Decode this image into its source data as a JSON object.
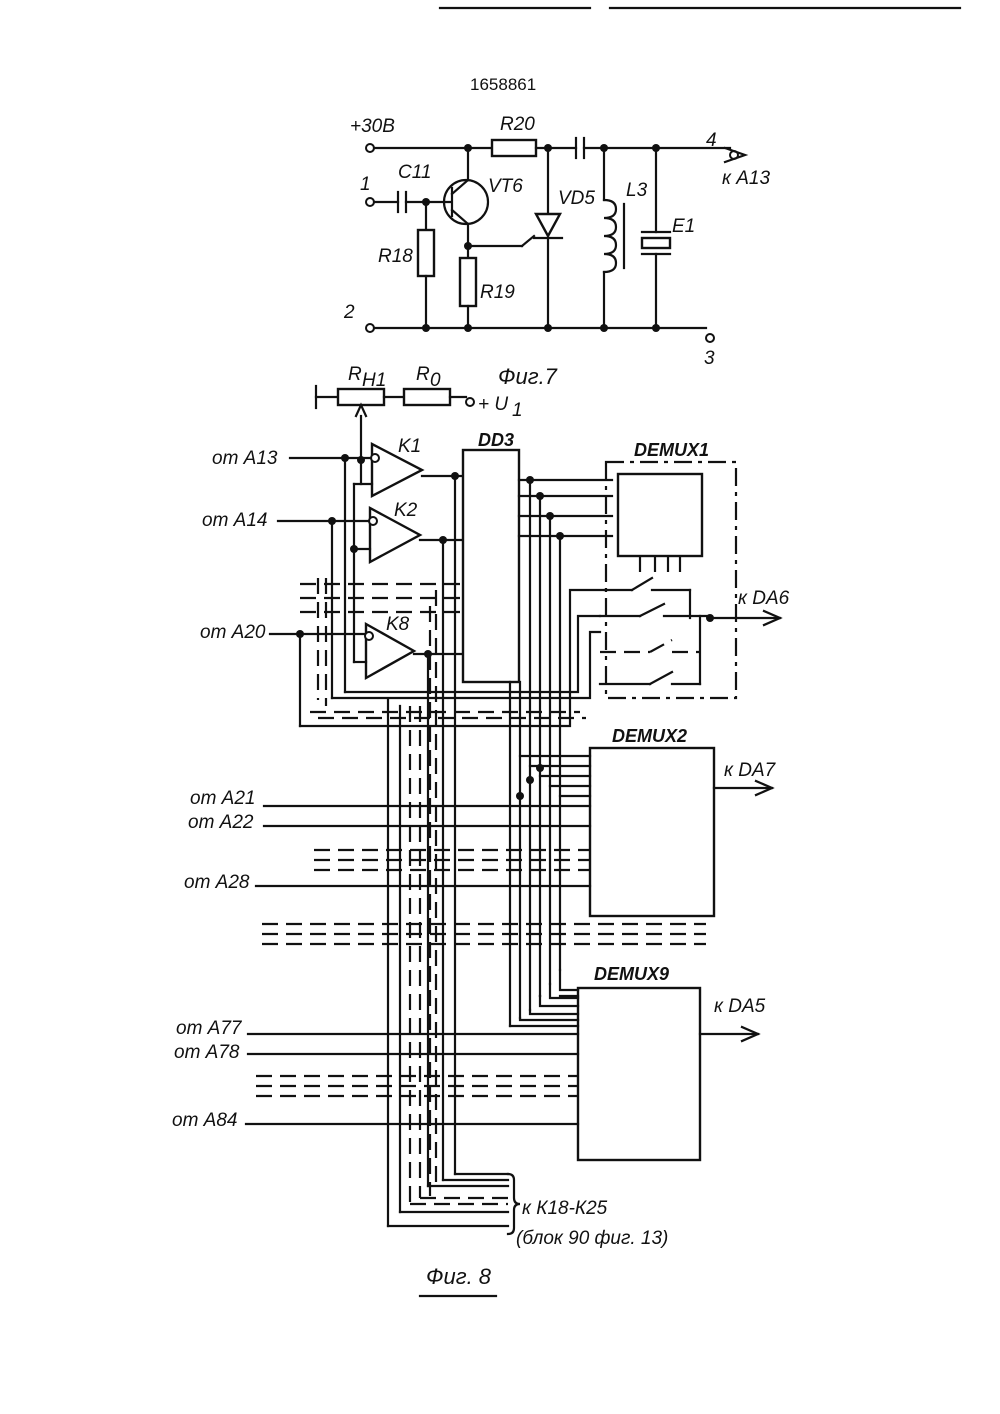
{
  "patent_number": "1658861",
  "fig7": {
    "caption": "Фиг.7",
    "supply": "+30В",
    "terminals": {
      "t1": "1",
      "t2": "2",
      "t3": "3",
      "t4": "4"
    },
    "output_label": "к А13",
    "components": {
      "c11": "C11",
      "r18": "R18",
      "r19": "R19",
      "r20": "R20",
      "vt6": "VT6",
      "vd5": "VD5",
      "l3": "L3",
      "e1": "E1"
    }
  },
  "fig8": {
    "caption": "Фиг. 8",
    "rh1": "R",
    "rh1_sub": "H1",
    "r0": "R",
    "r0_sub": "0",
    "u1": "+ U",
    "u1_sub": "1",
    "dd3": "DD3",
    "comparators": {
      "k1": "K1",
      "k2": "K2",
      "k8": "K8"
    },
    "inputs": {
      "a13": "от А13",
      "a14": "от А14",
      "a20": "от А20",
      "a21": "от А21",
      "a22": "от А22",
      "a28": "от А28",
      "a77": "от А77",
      "a78": "от А78",
      "a84": "от А84"
    },
    "demux": {
      "d1": "DEMUX1",
      "d2": "DEMUX2",
      "d9": "DEMUX9"
    },
    "outputs": {
      "da6": "к DA6",
      "da7": "к DA7",
      "da5": "к DA5"
    },
    "bottom_note_1": "к К18-К25",
    "bottom_note_2": "(блок 90 фиг. 13)"
  }
}
